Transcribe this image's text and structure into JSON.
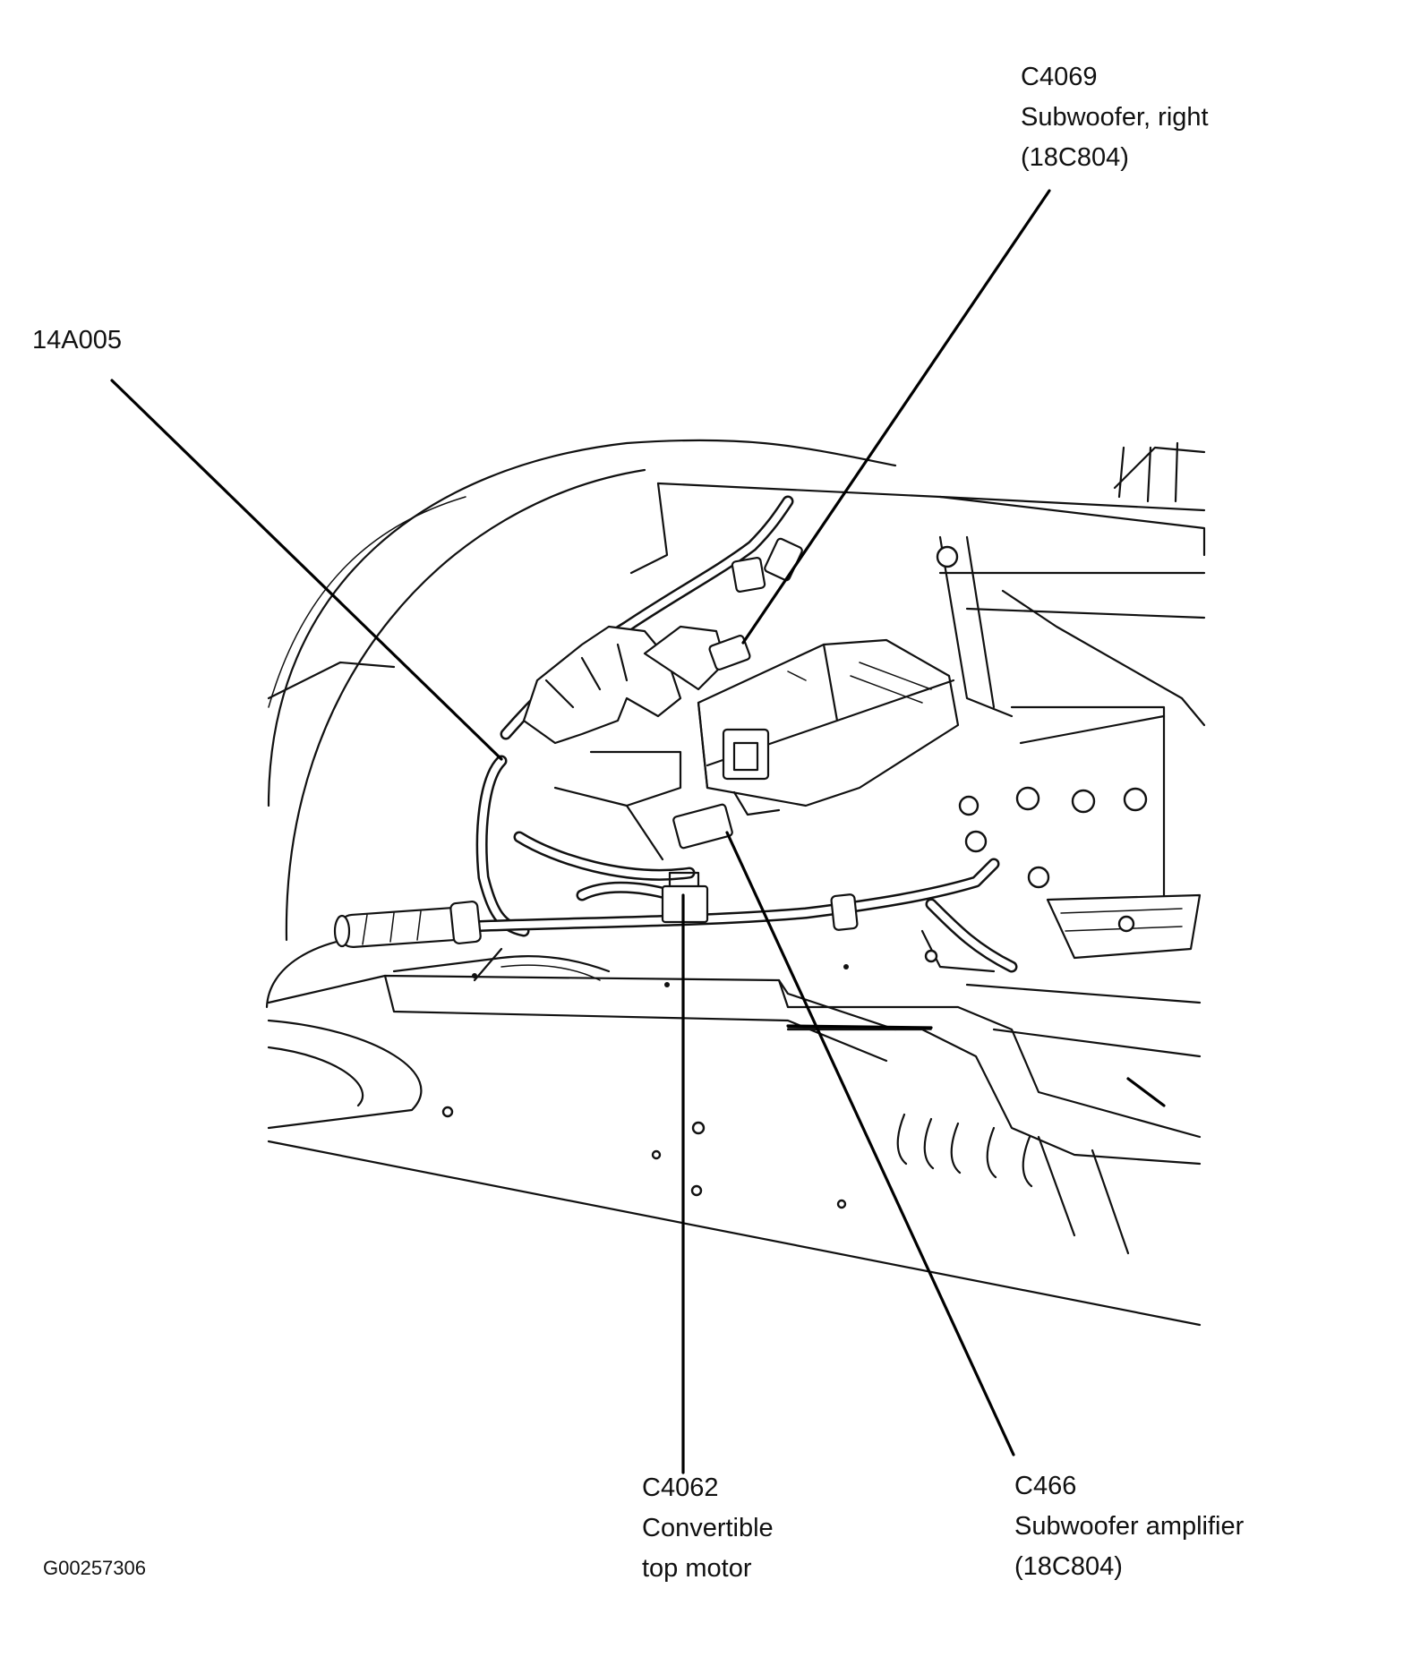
{
  "figure_id": "G00257306",
  "callouts": {
    "harness": {
      "lines": [
        "14A005"
      ]
    },
    "subwoofer_right": {
      "lines": [
        "C4069",
        "Subwoofer, right",
        "(18C804)"
      ]
    },
    "convertible_top_motor": {
      "lines": [
        "C4062",
        "Convertible",
        "top motor"
      ]
    },
    "subwoofer_amplifier": {
      "lines": [
        "C466",
        "Subwoofer amplifier",
        "(18C804)"
      ]
    }
  }
}
